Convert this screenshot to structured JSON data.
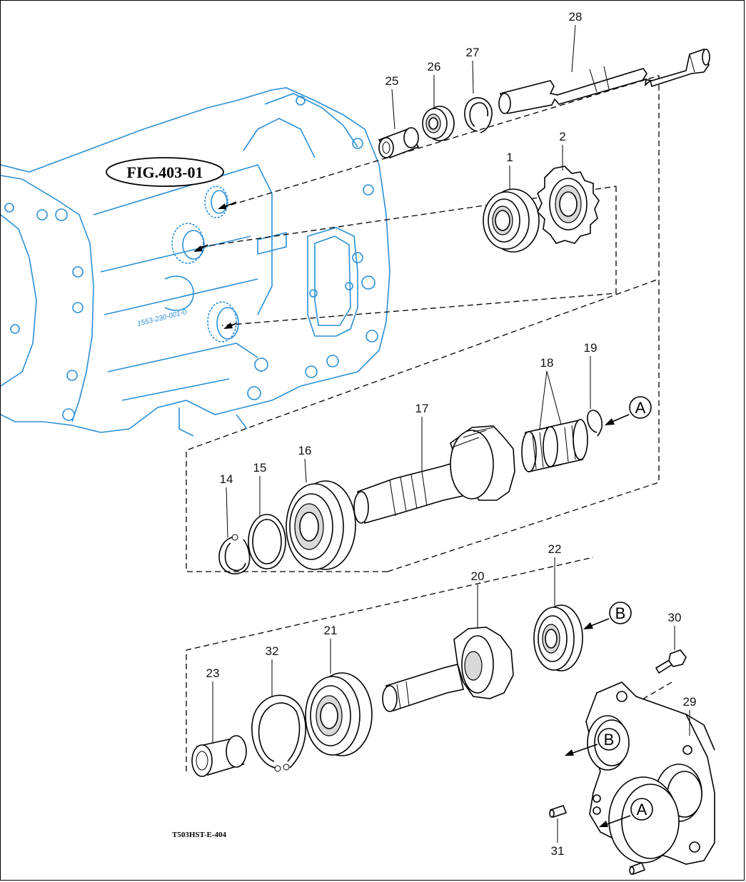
{
  "figure": {
    "reference_label": "FIG.403-01",
    "drawing_code": "T503HST-E-404",
    "housing_part_number": "1553-230-001-0"
  },
  "callouts": {
    "p1": "1",
    "p2": "2",
    "p14": "14",
    "p15": "15",
    "p16": "16",
    "p17": "17",
    "p18": "18",
    "p19": "19",
    "p20": "20",
    "p21": "21",
    "p22": "22",
    "p23": "23",
    "p25": "25",
    "p26": "26",
    "p27": "27",
    "p28": "28",
    "p29": "29",
    "p30": "30",
    "p31": "31",
    "p32": "32"
  },
  "markers": {
    "a": "A",
    "b": "B"
  },
  "colors": {
    "housing_outline": "#2a8fd6",
    "line": "#000000",
    "background": "#ffffff"
  }
}
